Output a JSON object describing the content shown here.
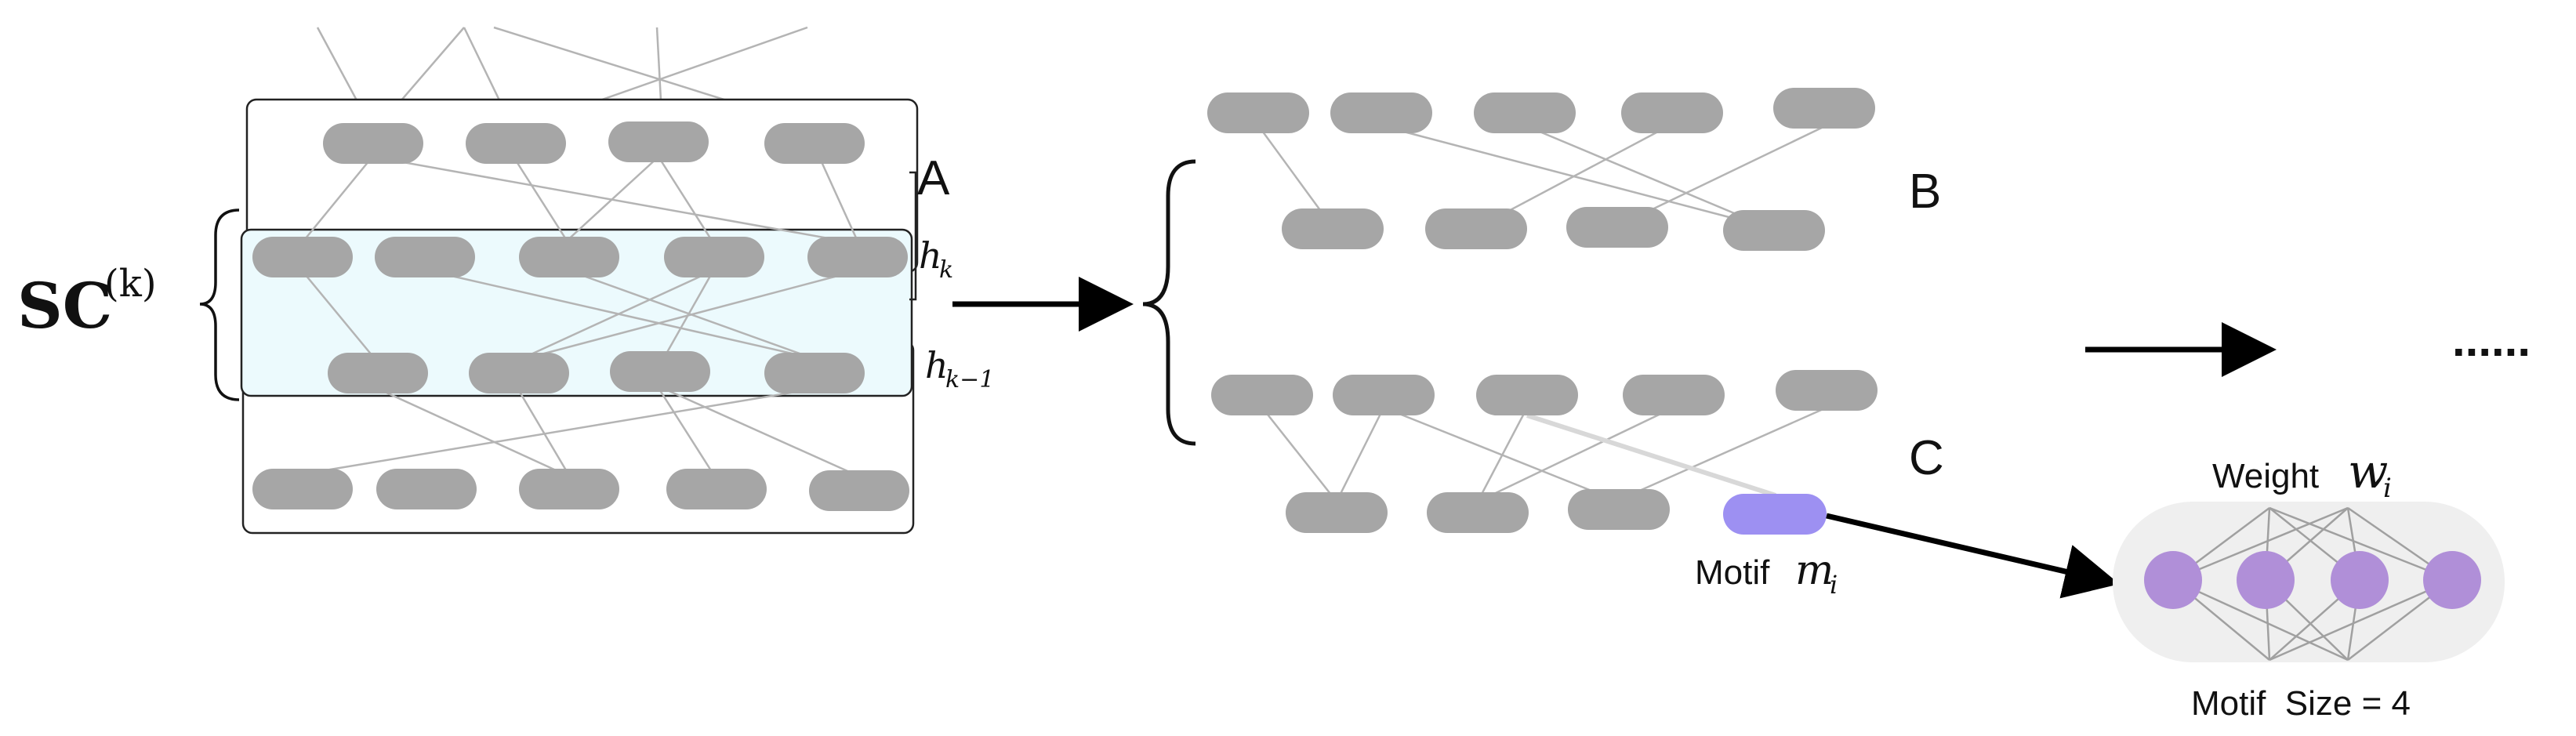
{
  "labels": {
    "sc_main": "SC",
    "sc_sup": "(k)",
    "panel_a": "A",
    "h_k_base": "h",
    "h_k_sub": "k",
    "h_km1_base": "h",
    "h_km1_sub": "k−1",
    "panel_b": "B",
    "panel_c": "C",
    "motif_word": "Motif",
    "motif_var": "m",
    "motif_sub": "i",
    "weight_word": "Weight",
    "weight_var": "w",
    "weight_sub": "i",
    "motif_size": "Motif  Size = 4",
    "ellipsis": "......"
  },
  "colors": {
    "node_gray": "#a6a6a6",
    "edge_gray": "#b4b4b4",
    "highlight_band": "#ecfafd",
    "motif_node": "#9d90f2",
    "weight_node": "#b08fd8",
    "weight_panel": "#efefef",
    "arrow": "#000000"
  }
}
